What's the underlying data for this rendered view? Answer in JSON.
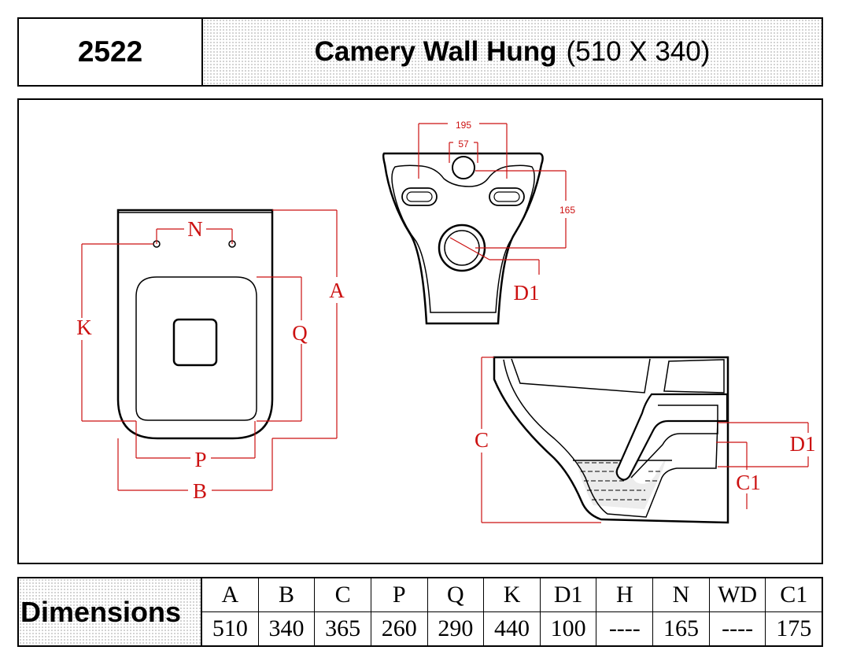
{
  "header": {
    "model_code": "2522",
    "product_name": "Camery Wall Hung",
    "size_text": "(510 X 340)"
  },
  "drawing": {
    "front_labels": {
      "n": "N",
      "k": "K",
      "q": "Q",
      "a": "A",
      "p": "P",
      "b": "B"
    },
    "rear_labels": {
      "w195": "195",
      "w57": "57",
      "h165": "165",
      "d1": "D1"
    },
    "side_labels": {
      "c": "C",
      "d1": "D1",
      "c1": "C1"
    },
    "colors": {
      "outline": "#000000",
      "dimension": "#cc1111",
      "water": "#e8e8e8"
    }
  },
  "dimensions": {
    "caption": "Dimensions",
    "columns": [
      {
        "label": "A",
        "value": "510"
      },
      {
        "label": "B",
        "value": "340"
      },
      {
        "label": "C",
        "value": "365"
      },
      {
        "label": "P",
        "value": "260"
      },
      {
        "label": "Q",
        "value": "290"
      },
      {
        "label": "K",
        "value": "440"
      },
      {
        "label": "D1",
        "value": "100"
      },
      {
        "label": "H",
        "value": "----"
      },
      {
        "label": "N",
        "value": "165"
      },
      {
        "label": "WD",
        "value": "----"
      },
      {
        "label": "C1",
        "value": "175"
      }
    ]
  }
}
